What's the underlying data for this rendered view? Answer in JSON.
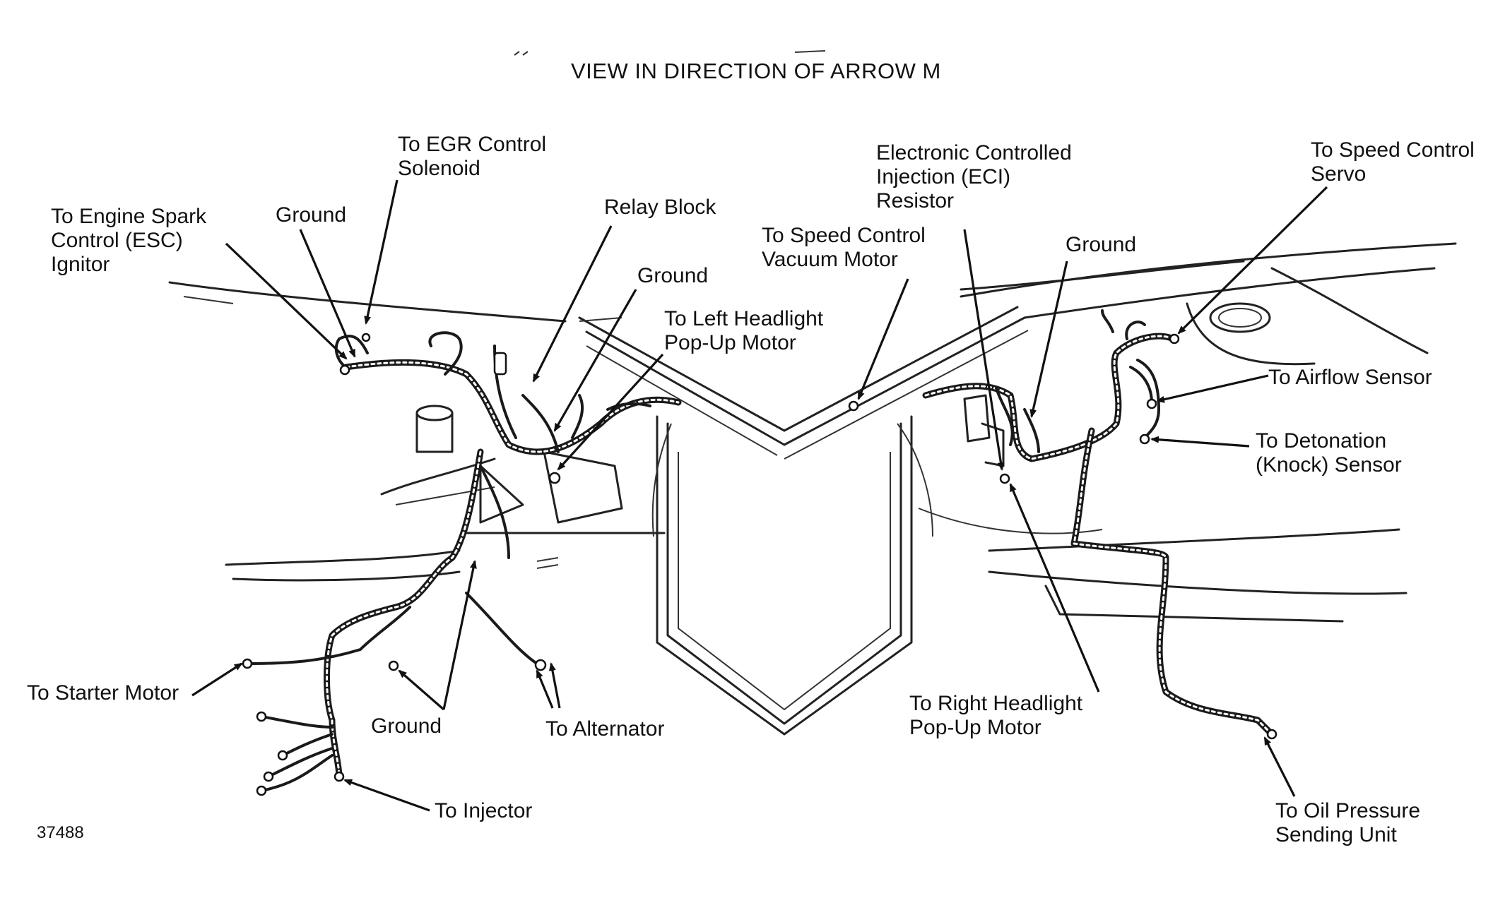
{
  "title": "VIEW IN DIRECTION OF ARROW M",
  "figure_number": "37488",
  "labels": {
    "esc_ignitor": "To Engine Spark\nControl (ESC)\nIgnitor",
    "ground_left_top": "Ground",
    "egr_solenoid": "To EGR Control\nSolenoid",
    "relay_block": "Relay Block",
    "ground_center": "Ground",
    "left_headlight": "To Left Headlight\nPop-Up Motor",
    "speed_vacuum": "To Speed Control\nVacuum Motor",
    "eci_resistor": "Electronic Controlled\nInjection (ECI)\nResistor",
    "ground_right": "Ground",
    "speed_servo": "To Speed Control\nServo",
    "airflow": "To Airflow Sensor",
    "detonation": "To Detonation\n(Knock) Sensor",
    "starter": "To Starter Motor",
    "ground_bottom": "Ground",
    "alternator": "To Alternator",
    "right_headlight": "To Right Headlight\nPop-Up Motor",
    "injector": "To Injector",
    "oil_pressure": "To Oil Pressure\nSending Unit"
  }
}
